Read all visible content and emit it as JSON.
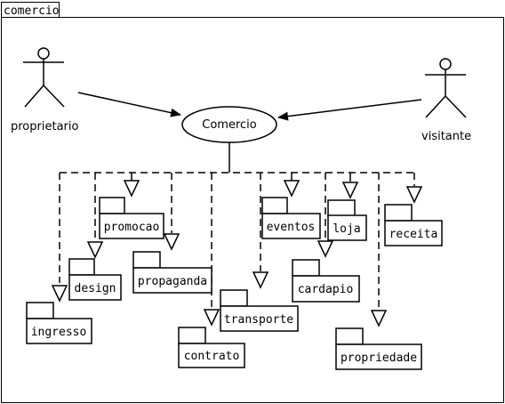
{
  "frame": {
    "title": "comercio"
  },
  "actors": {
    "left": {
      "label": "proprietario"
    },
    "right": {
      "label": "visitante"
    }
  },
  "usecase": {
    "label": "Comercio"
  },
  "packages": {
    "promocao": "promocao",
    "design": "design",
    "ingresso": "ingresso",
    "propaganda": "propaganda",
    "contrato": "contrato",
    "transporte": "transporte",
    "eventos": "eventos",
    "loja": "loja",
    "cardapio": "cardapio",
    "receita": "receita",
    "propriedade": "propriedade"
  }
}
